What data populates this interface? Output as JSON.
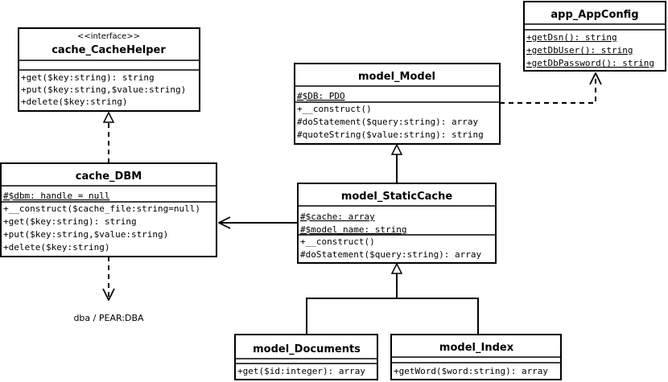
{
  "classes": {
    "cache_helper": {
      "stereotype": "<<interface>>",
      "name": "cache_CacheHelper",
      "operations": [
        "+get($key:string): string",
        "+put($key:string,$value:string)",
        "+delete($key:string)"
      ]
    },
    "cache_dbm": {
      "name": "cache_DBM",
      "attributes": [
        "#$dbm: handle = null"
      ],
      "operations": [
        "+__construct($cache_file:string=null)",
        "+get($key:string): string",
        "+put($key:string,$value:string)",
        "+delete($key:string)"
      ]
    },
    "model_model": {
      "name": "model_Model",
      "attributes": [
        "#$DB: PDO"
      ],
      "operations": [
        "+__construct()",
        "#doStatement($query:string): array",
        "#quoteString($value:string): string"
      ]
    },
    "app_config": {
      "name": "app_AppConfig",
      "operations": [
        "+getDsn(): string",
        "+getDbUser(): string",
        "+getDbPassword(): string"
      ]
    },
    "model_static_cache": {
      "name": "model_StaticCache",
      "attributes": [
        "#$cache: array",
        "#$model_name: string"
      ],
      "operations": [
        "+__construct()",
        "#doStatement($query:string): array"
      ]
    },
    "model_documents": {
      "name": "model_Documents",
      "operations": [
        "+get($id:integer): array"
      ]
    },
    "model_index": {
      "name": "model_Index",
      "operations": [
        "+getWord($word:string): array"
      ]
    }
  },
  "notes": {
    "dba": "dba / PEAR:DBA"
  }
}
